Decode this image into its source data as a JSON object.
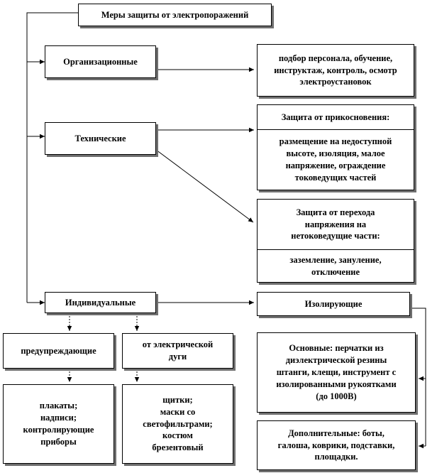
{
  "title": "Меры защиты от электропоражений",
  "organizational": {
    "label": "Организационные",
    "detail": "подбор персонала, обучение,\nинструктаж, контроль, осмотр\nэлектроустановок"
  },
  "technical": {
    "label": "Технические",
    "touch_protection": {
      "heading": "Защита от прикосновения:",
      "detail": "размещение на недоступной\nвысоте, изоляция, малое\nнапряжение, ограждение\nтоковедущих  частей"
    },
    "transfer_protection": {
      "heading": "Защита от перехода\nнапряжения на\nнетоковедущие  части:",
      "detail": "заземление, зануление,\nотключение"
    }
  },
  "individual": {
    "label": "Индивидуальные",
    "warning": {
      "label": "предупреждающие",
      "detail": "плакаты;\nнадписи;\nконтролирующие\nприборы"
    },
    "arc": {
      "label": "от электрической\nдуги",
      "detail": "щитки;\nмаски  со\nсветофильтрами;\nкостюм\nбрезентовый"
    }
  },
  "insulating": {
    "label": "Изолирующие",
    "main": "Основные: перчатки из\nдиэлектрической резины\nштанги, клещи, инструмент с\nизолированными рукоятками\n(до 1000В)",
    "additional": "Дополнительные: боты,\nгалоша, коврики, подставки,\nплощадки."
  }
}
